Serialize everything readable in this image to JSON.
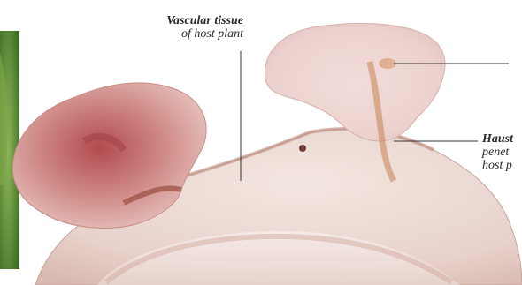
{
  "labels": {
    "vascular_title": "Vascular tissue",
    "vascular_sub": "of host plant",
    "haustorium_title": "Haust",
    "haustorium_line2": "penet",
    "haustorium_line3": "host p"
  },
  "colors": {
    "leaf_green": "#5f8c3a",
    "host_stem": "#ead6cf",
    "parasite_red": "#c06a6a",
    "parasite_pink": "#e9c9c6",
    "leader_line": "#333333"
  }
}
